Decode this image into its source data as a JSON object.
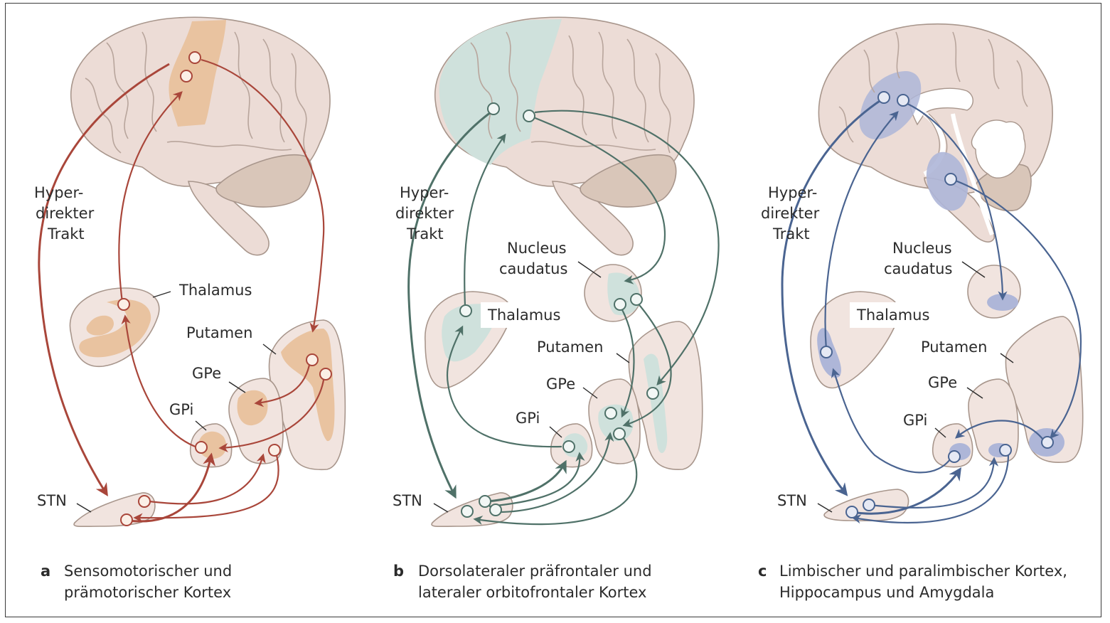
{
  "figure": {
    "colors": {
      "panel_a_accent": "#a9463a",
      "panel_a_region": "#e9c3a0",
      "panel_b_accent": "#4f7168",
      "panel_b_region": "#cfe1dc",
      "panel_c_accent": "#4a6491",
      "panel_c_region": "#aeb6d8",
      "tissue": "#f1e4df",
      "brain": "#ecdcd6",
      "cerebellum": "#d9c6b9"
    },
    "panels": [
      {
        "id": "a",
        "letter": "a",
        "caption_line1": "Sensomotorischer und",
        "caption_line2": "prämotorischer Kortex",
        "labels": {
          "hyper1": "Hyper-",
          "hyper2": "direkter",
          "hyper3": "Trakt",
          "thalamus": "Thalamus",
          "putamen": "Putamen",
          "gpe": "GPe",
          "gpi": "GPi",
          "stn": "STN"
        }
      },
      {
        "id": "b",
        "letter": "b",
        "caption_line1": "Dorsolateraler präfrontaler und",
        "caption_line2": "lateraler orbitofrontaler Kortex",
        "labels": {
          "hyper1": "Hyper-",
          "hyper2": "direkter",
          "hyper3": "Trakt",
          "nucleus1": "Nucleus",
          "nucleus2": "caudatus",
          "thalamus": "Thalamus",
          "putamen": "Putamen",
          "gpe": "GPe",
          "gpi": "GPi",
          "stn": "STN"
        }
      },
      {
        "id": "c",
        "letter": "c",
        "caption_line1": "Limbischer und paralimbischer Kortex,",
        "caption_line2": "Hippocampus und Amygdala",
        "labels": {
          "hyper1": "Hyper-",
          "hyper2": "direkter",
          "hyper3": "Trakt",
          "nucleus1": "Nucleus",
          "nucleus2": "caudatus",
          "thalamus": "Thalamus",
          "putamen": "Putamen",
          "gpe": "GPe",
          "gpi": "GPi",
          "stn": "STN"
        }
      }
    ]
  }
}
